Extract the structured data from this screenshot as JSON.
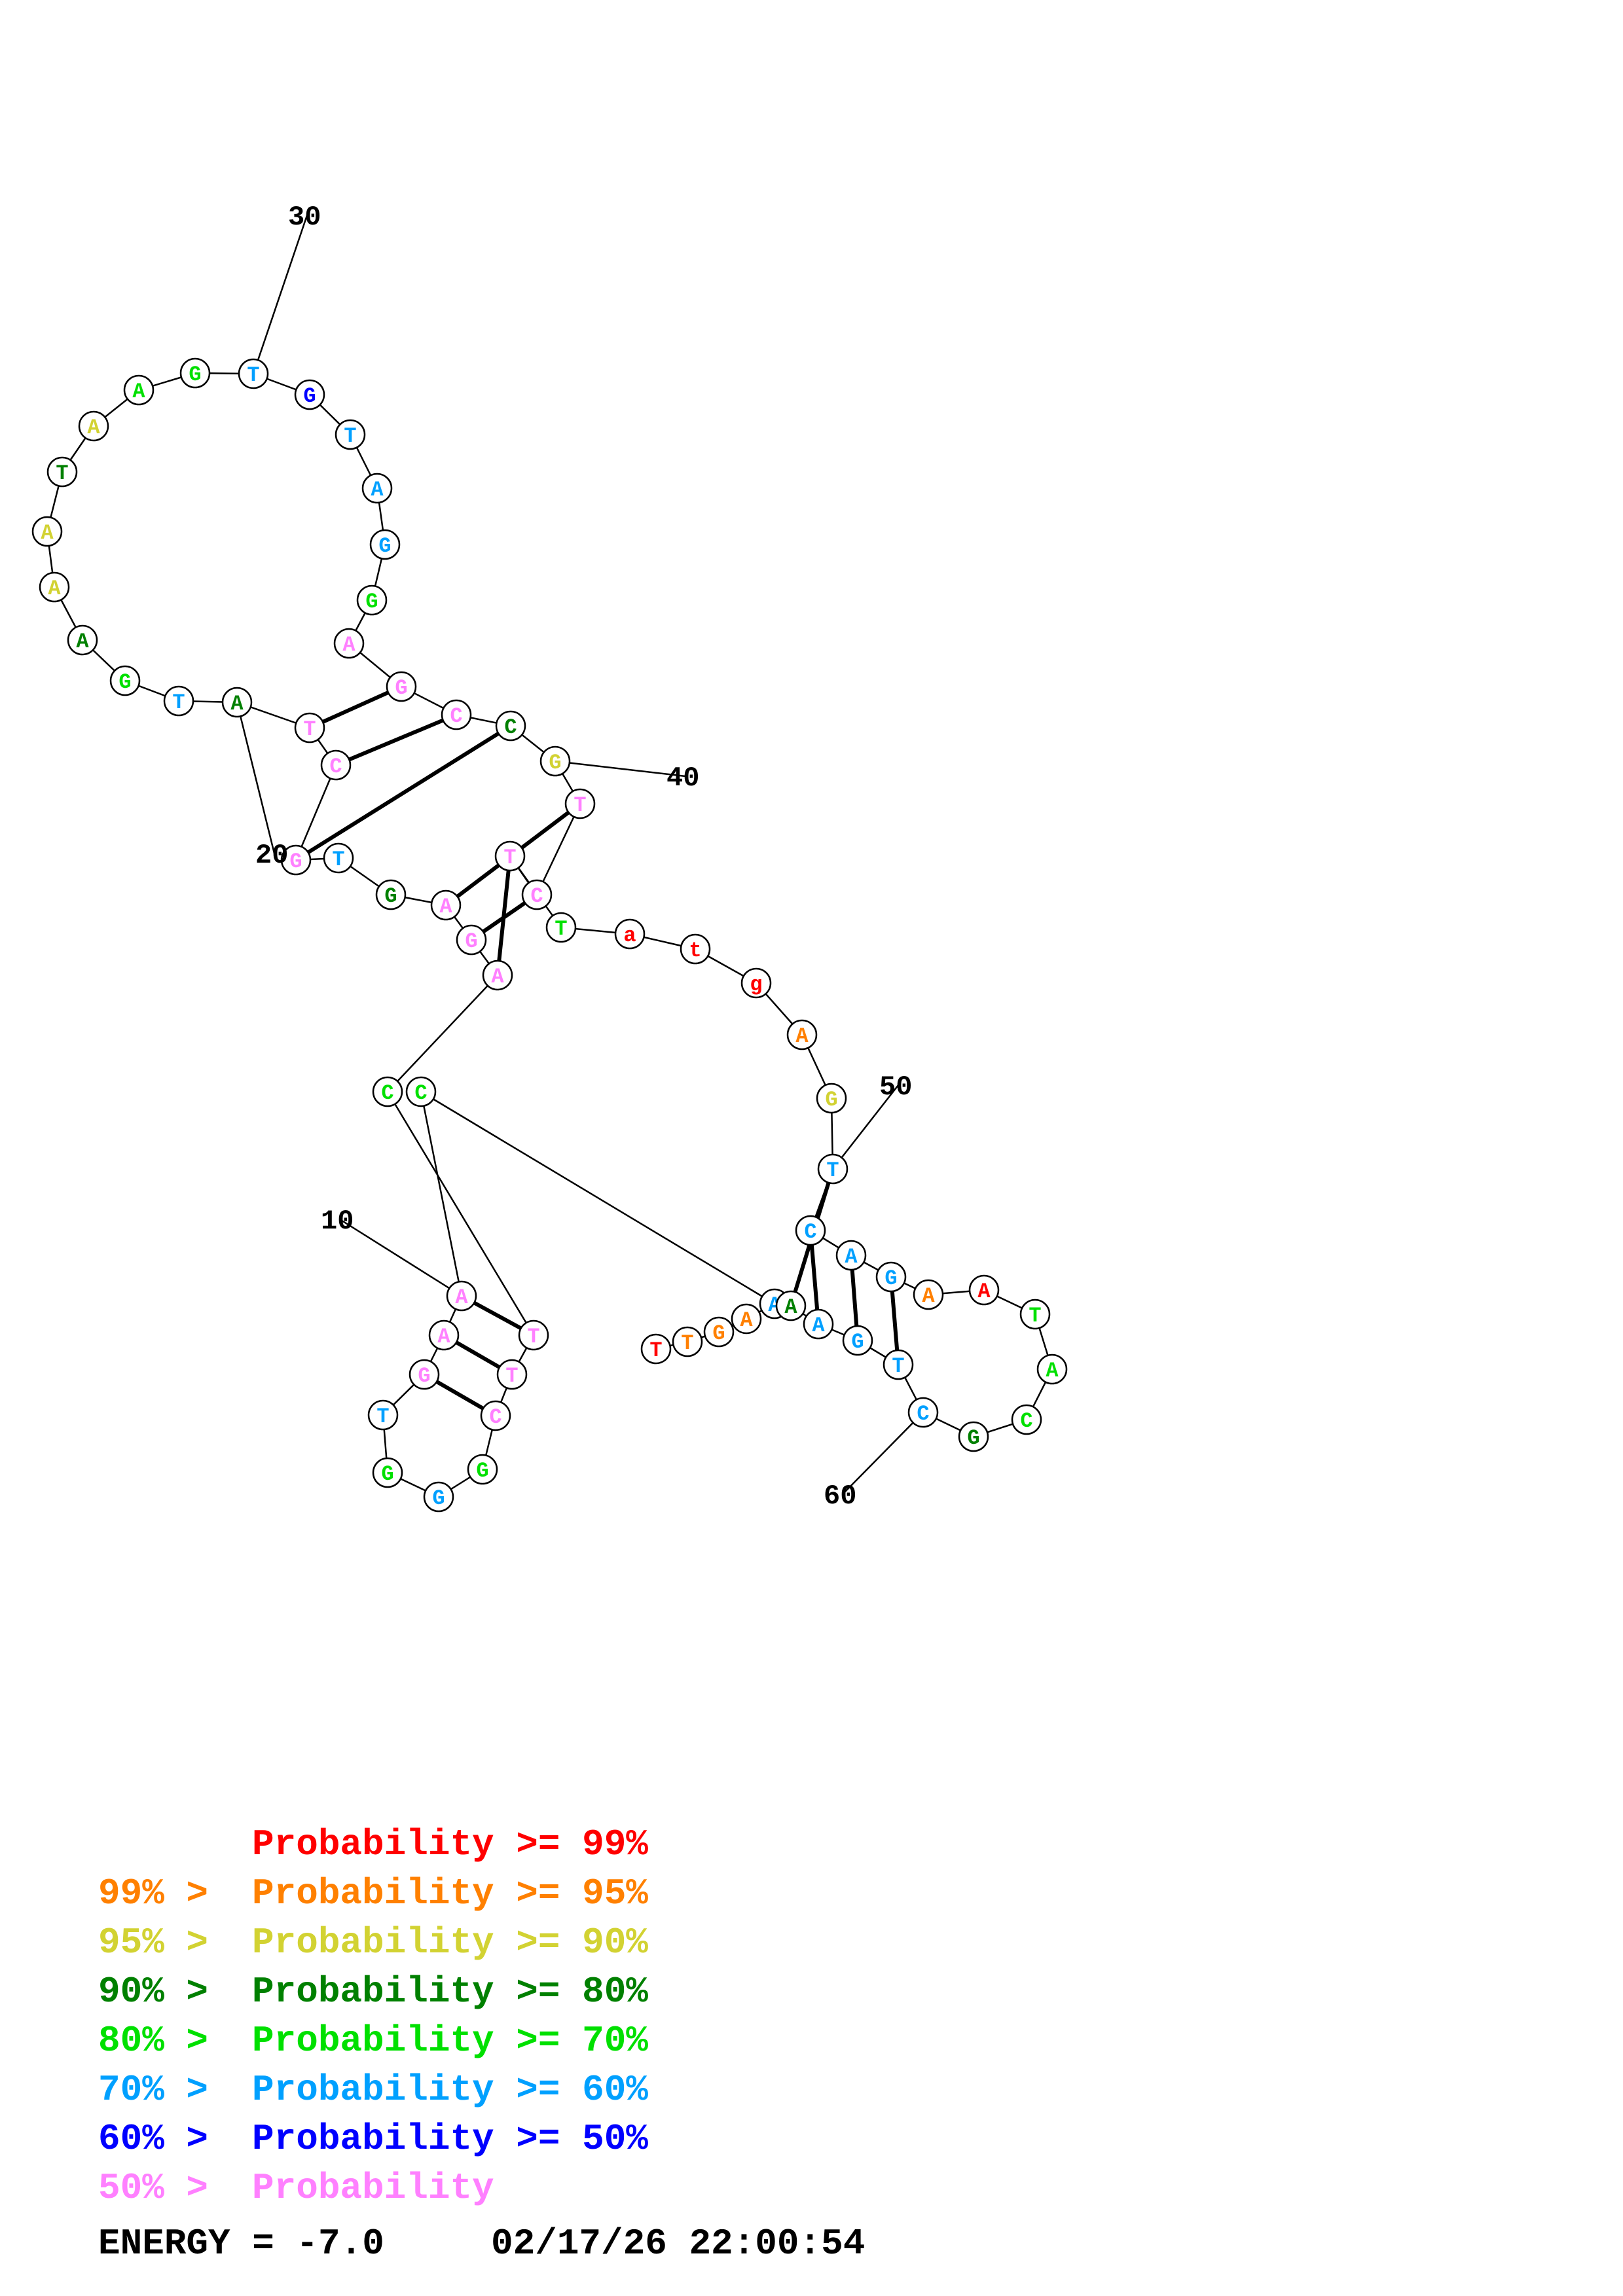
{
  "colors": {
    "p99": "#ff0000",
    "p95": "#ff8000",
    "p90": "#d2d232",
    "p80": "#008000",
    "p70": "#00e000",
    "p60": "#00a0ff",
    "p50": "#0000ff",
    "plow": "#ff80ff",
    "black": "#000000"
  },
  "diagram": {
    "nucleotides": [
      {
        "n": 1,
        "b": "T",
        "c": "p99"
      },
      {
        "n": 2,
        "b": "T",
        "c": "p95"
      },
      {
        "n": 3,
        "b": "G",
        "c": "p95"
      },
      {
        "n": 4,
        "b": "A",
        "c": "p95"
      },
      {
        "n": 5,
        "b": "A",
        "c": "p60"
      },
      {
        "n": 6,
        "b": "C",
        "c": "p70"
      },
      {
        "n": 7,
        "b": "A",
        "c": "plow"
      },
      {
        "n": 8,
        "b": "A",
        "c": "plow"
      },
      {
        "n": 9,
        "b": "G",
        "c": "plow"
      },
      {
        "n": 10,
        "b": "T",
        "c": "p60"
      },
      {
        "n": 11,
        "b": "G",
        "c": "p70"
      },
      {
        "n": 12,
        "b": "G",
        "c": "p60"
      },
      {
        "n": 13,
        "b": "G",
        "c": "p70"
      },
      {
        "n": 14,
        "b": "C",
        "c": "plow"
      },
      {
        "n": 15,
        "b": "T",
        "c": "plow"
      },
      {
        "n": 16,
        "b": "T",
        "c": "plow"
      },
      {
        "n": 17,
        "b": "C",
        "c": "p70"
      },
      {
        "n": 18,
        "b": "A",
        "c": "plow"
      },
      {
        "n": 19,
        "b": "G",
        "c": "plow"
      },
      {
        "n": 20,
        "b": "A",
        "c": "plow"
      },
      {
        "n": 21,
        "b": "G",
        "c": "p80"
      },
      {
        "n": 22,
        "b": "T",
        "c": "p60"
      },
      {
        "n": 23,
        "b": "G",
        "c": "plow"
      },
      {
        "n": 24,
        "b": "C",
        "c": "plow"
      },
      {
        "n": 25,
        "b": "T",
        "c": "plow"
      },
      {
        "n": 26,
        "b": "A",
        "c": "p80"
      },
      {
        "n": 27,
        "b": "T",
        "c": "p60"
      },
      {
        "n": 28,
        "b": "G",
        "c": "p70"
      },
      {
        "n": 29,
        "b": "A",
        "c": "p80"
      },
      {
        "n": 30,
        "b": "A",
        "c": "p90"
      },
      {
        "n": 31,
        "b": "A",
        "c": "p90"
      },
      {
        "n": 32,
        "b": "T",
        "c": "p80"
      },
      {
        "n": 33,
        "b": "A",
        "c": "p90"
      },
      {
        "n": 34,
        "b": "A",
        "c": "p70"
      },
      {
        "n": 35,
        "b": "G",
        "c": "p70"
      },
      {
        "n": 36,
        "b": "T",
        "c": "p60"
      },
      {
        "n": 37,
        "b": "G",
        "c": "p50"
      },
      {
        "n": 38,
        "b": "T",
        "c": "p60"
      },
      {
        "n": 39,
        "b": "A",
        "c": "p60"
      },
      {
        "n": 40,
        "b": "G",
        "c": "p60"
      },
      {
        "n": 41,
        "b": "G",
        "c": "p70"
      },
      {
        "n": 42,
        "b": "A",
        "c": "plow"
      },
      {
        "n": 43,
        "b": "G",
        "c": "plow"
      },
      {
        "n": 44,
        "b": "C",
        "c": "plow"
      },
      {
        "n": 45,
        "b": "C",
        "c": "p80"
      },
      {
        "n": 46,
        "b": "G",
        "c": "p90"
      },
      {
        "n": 47,
        "b": "T",
        "c": "plow"
      },
      {
        "n": 48,
        "b": "C",
        "c": "plow"
      },
      {
        "n": 49,
        "b": "T",
        "c": "plow"
      },
      {
        "n": 50,
        "b": "T",
        "c": "p70"
      },
      {
        "n": 51,
        "b": "a",
        "c": "p99"
      },
      {
        "n": 52,
        "b": "t",
        "c": "p99"
      },
      {
        "n": 53,
        "b": "g",
        "c": "p99"
      },
      {
        "n": 54,
        "b": "A",
        "c": "p95"
      },
      {
        "n": 55,
        "b": "G",
        "c": "p90"
      },
      {
        "n": 56,
        "b": "T",
        "c": "p60"
      },
      {
        "n": 57,
        "b": "C",
        "c": "p60"
      },
      {
        "n": 58,
        "b": "A",
        "c": "p60"
      },
      {
        "n": 59,
        "b": "G",
        "c": "p60"
      },
      {
        "n": 60,
        "b": "A",
        "c": "p95"
      },
      {
        "n": 61,
        "b": "A",
        "c": "p99"
      },
      {
        "n": 62,
        "b": "T",
        "c": "p70"
      },
      {
        "n": 63,
        "b": "A",
        "c": "p70"
      },
      {
        "n": 64,
        "b": "C",
        "c": "p70"
      },
      {
        "n": 65,
        "b": "G",
        "c": "p80"
      },
      {
        "n": 66,
        "b": "C",
        "c": "p60"
      },
      {
        "n": 67,
        "b": "T",
        "c": "p60"
      },
      {
        "n": 68,
        "b": "G",
        "c": "p60"
      },
      {
        "n": 69,
        "b": "A",
        "c": "p60"
      },
      {
        "n": 70,
        "b": "A",
        "c": "p80"
      }
    ],
    "pairs": [
      [
        7,
        16
      ],
      [
        8,
        15
      ],
      [
        9,
        14
      ],
      [
        18,
        49
      ],
      [
        19,
        48
      ],
      [
        20,
        47
      ],
      [
        23,
        45
      ],
      [
        24,
        44
      ],
      [
        25,
        43
      ],
      [
        56,
        70
      ],
      [
        57,
        69
      ],
      [
        58,
        68
      ],
      [
        59,
        67
      ]
    ],
    "position_labels": [
      {
        "text": "10",
        "n": 7
      },
      {
        "text": "20",
        "n": 26
      },
      {
        "text": "30",
        "n": 36
      },
      {
        "text": "40",
        "n": 46
      },
      {
        "text": "50",
        "n": 56
      },
      {
        "text": "60",
        "n": 66
      }
    ]
  },
  "legend": [
    {
      "left": "",
      "right": "Probability >= 99%",
      "c": "p99"
    },
    {
      "left": "99% >",
      "right": "Probability >= 95%",
      "c": "p95"
    },
    {
      "left": "95% >",
      "right": "Probability >= 90%",
      "c": "p90"
    },
    {
      "left": "90% >",
      "right": "Probability >= 80%",
      "c": "p80"
    },
    {
      "left": "80% >",
      "right": "Probability >= 70%",
      "c": "p70"
    },
    {
      "left": "70% >",
      "right": "Probability >= 60%",
      "c": "p60"
    },
    {
      "left": "60% >",
      "right": "Probability >= 50%",
      "c": "p50"
    },
    {
      "left": "50% >",
      "right": "Probability",
      "c": "plow"
    }
  ],
  "footer": {
    "energy_label": "ENERGY = -7.0",
    "timestamp": "02/17/26 22:00:54"
  }
}
